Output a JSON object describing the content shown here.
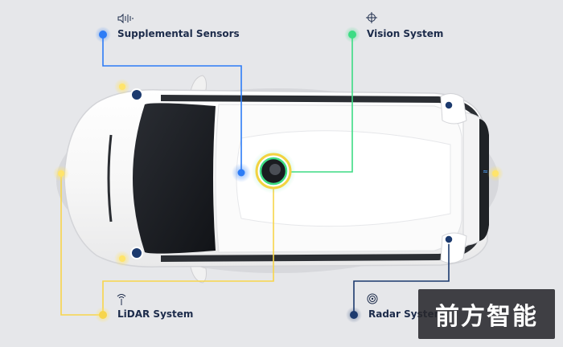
{
  "labels": {
    "supplemental": "Supplemental Sensors",
    "vision": "Vision System",
    "lidar": "LiDAR System",
    "radar": "Radar System"
  },
  "icons": {
    "supplemental": "speaker-waves-icon",
    "vision": "crosshair-icon",
    "lidar": "signal-antenna-icon",
    "radar": "radar-icon"
  },
  "colors": {
    "background": "#e6e7ea",
    "supplemental": "#2d7cf6",
    "vision": "#3ddc84",
    "lidar": "#f7d54a",
    "radar": "#1c3a6e",
    "label_text": "#1c2b4a"
  },
  "watermark": {
    "text": "前方智能"
  }
}
